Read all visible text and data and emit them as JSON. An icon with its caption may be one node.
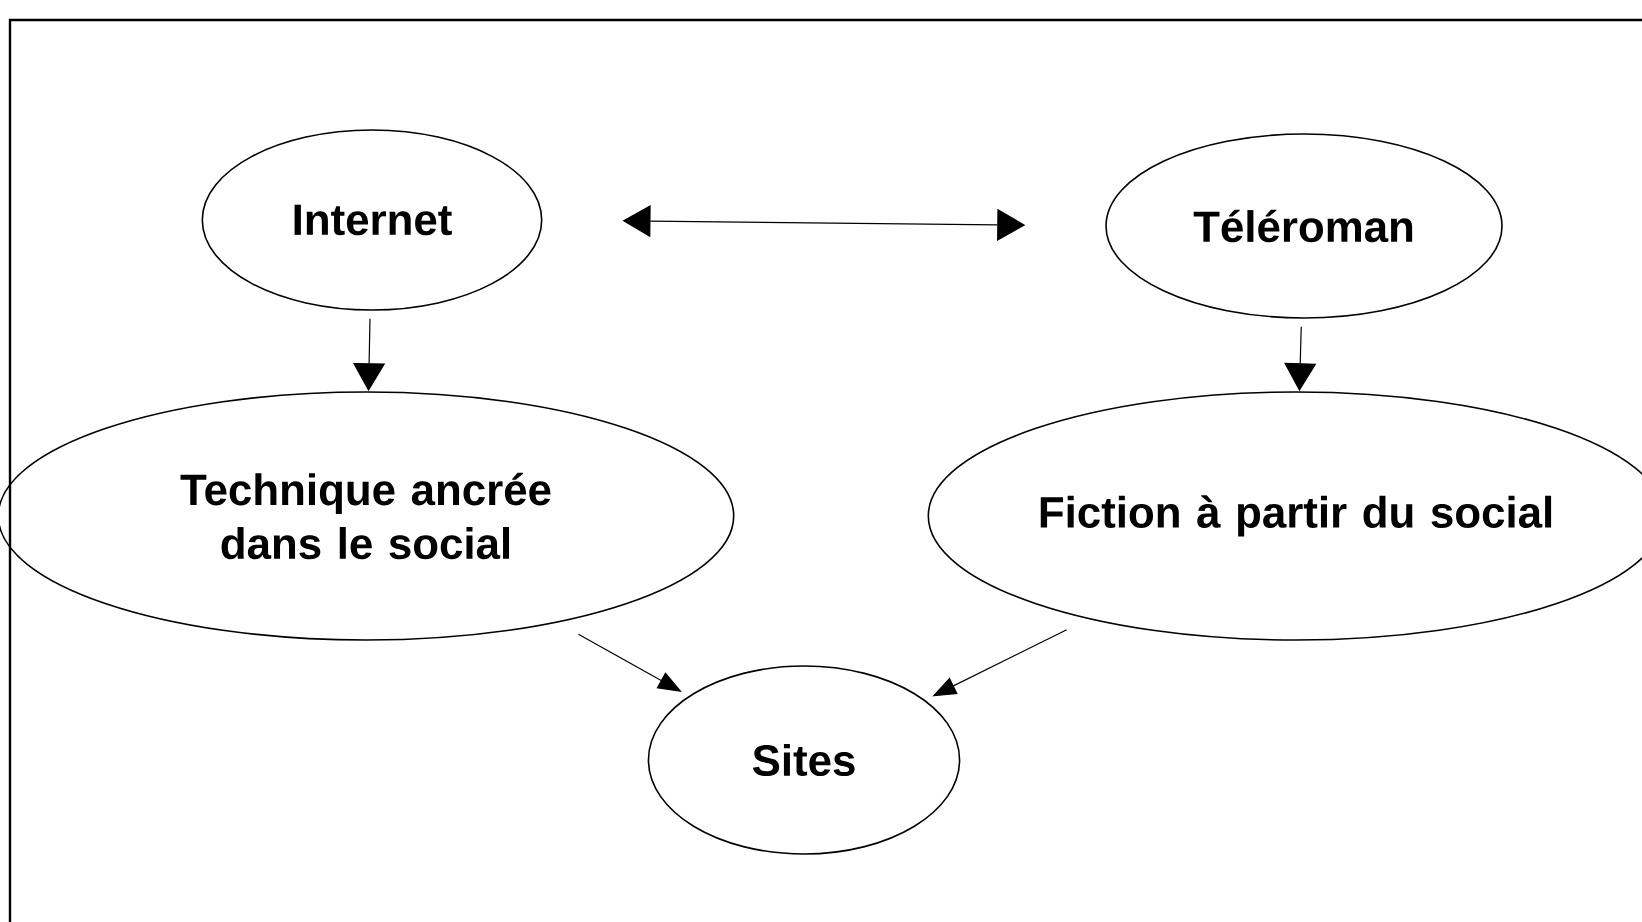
{
  "diagram": {
    "nodes": [
      {
        "text": [
          "Internet"
        ]
      },
      {
        "text": [
          "Téléroman"
        ]
      },
      {
        "text": [
          "Technique ancrée dans le social"
        ]
      },
      {
        "text": [
          "Fiction à partir du social"
        ]
      },
      {
        "text": [
          "Sites"
        ]
      }
    ],
    "edges": [
      {
        "from": 0,
        "to": 1,
        "arrow": "both"
      },
      {
        "from": 0,
        "to": 2,
        "arrow": "to"
      },
      {
        "from": 1,
        "to": 3,
        "arrow": "to"
      },
      {
        "from": 2,
        "to": 4,
        "arrow": "to"
      },
      {
        "from": 3,
        "to": 4,
        "arrow": "to"
      }
    ]
  }
}
